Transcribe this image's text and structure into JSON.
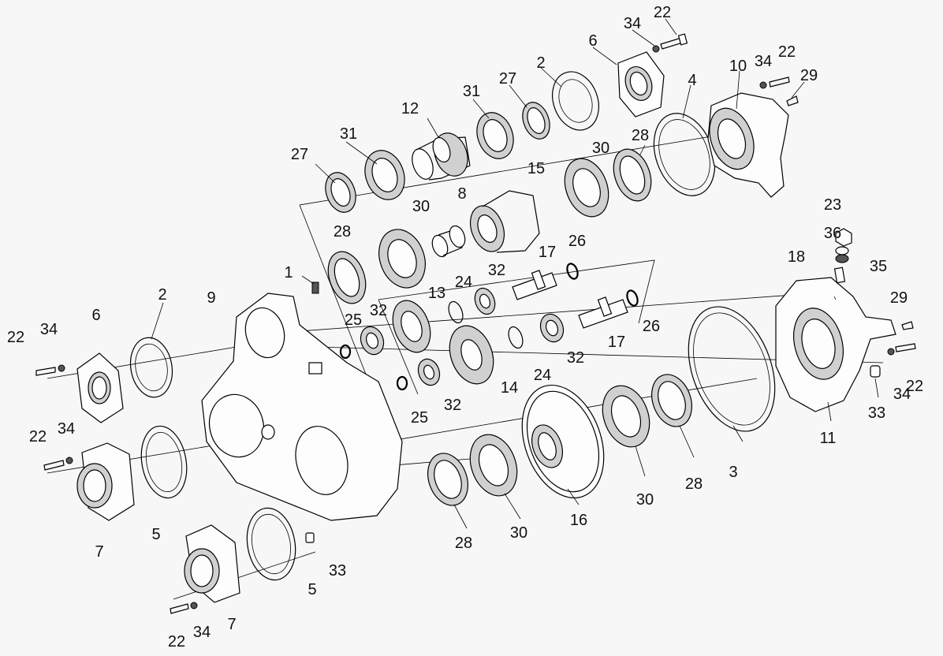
{
  "diagram": {
    "labels": [
      "1",
      "2",
      "2",
      "3",
      "4",
      "5",
      "5",
      "6",
      "6",
      "7",
      "7",
      "8",
      "9",
      "10",
      "11",
      "12",
      "13",
      "14",
      "15",
      "16",
      "17",
      "17",
      "18",
      "22",
      "22",
      "22",
      "22",
      "22",
      "22",
      "23",
      "24",
      "24",
      "25",
      "25",
      "26",
      "26",
      "27",
      "27",
      "28",
      "28",
      "28",
      "28",
      "29",
      "29",
      "30",
      "30",
      "30",
      "30",
      "31",
      "31",
      "32",
      "32",
      "32",
      "32",
      "33",
      "33",
      "34",
      "34",
      "34",
      "34",
      "34",
      "34",
      "35",
      "36"
    ]
  }
}
